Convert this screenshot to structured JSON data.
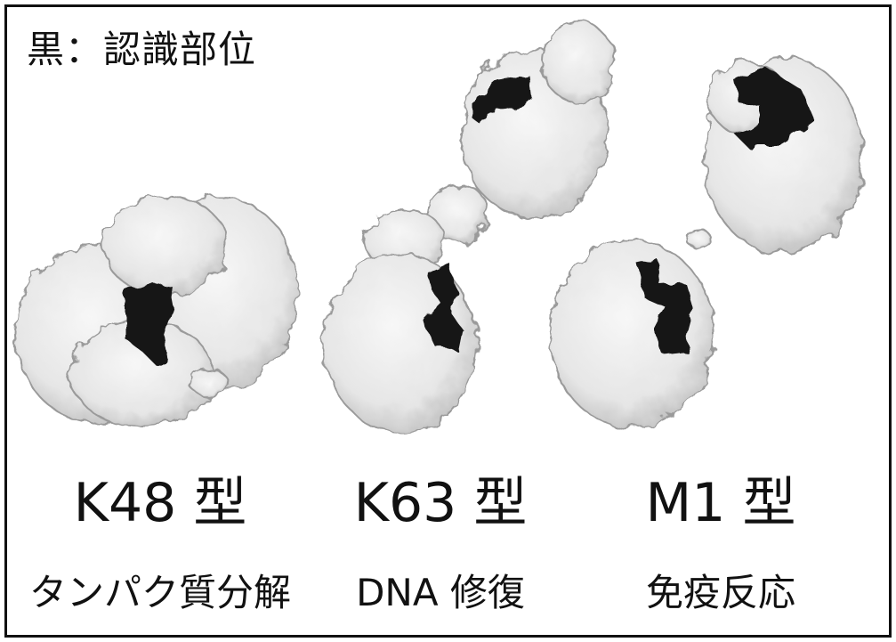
{
  "legend": {
    "text": "黒：認識部位"
  },
  "structures": [
    {
      "type_label": "K48 型",
      "function_label": "タンパク質分解"
    },
    {
      "type_label": "K63 型",
      "function_label": "DNA 修復"
    },
    {
      "type_label": "M1 型",
      "function_label": "免疫反応"
    }
  ],
  "colors": {
    "surface": "#eeeeee",
    "surface_shade": "#c8c8c8",
    "recognition_site": "#141414",
    "frame": "#111111"
  }
}
